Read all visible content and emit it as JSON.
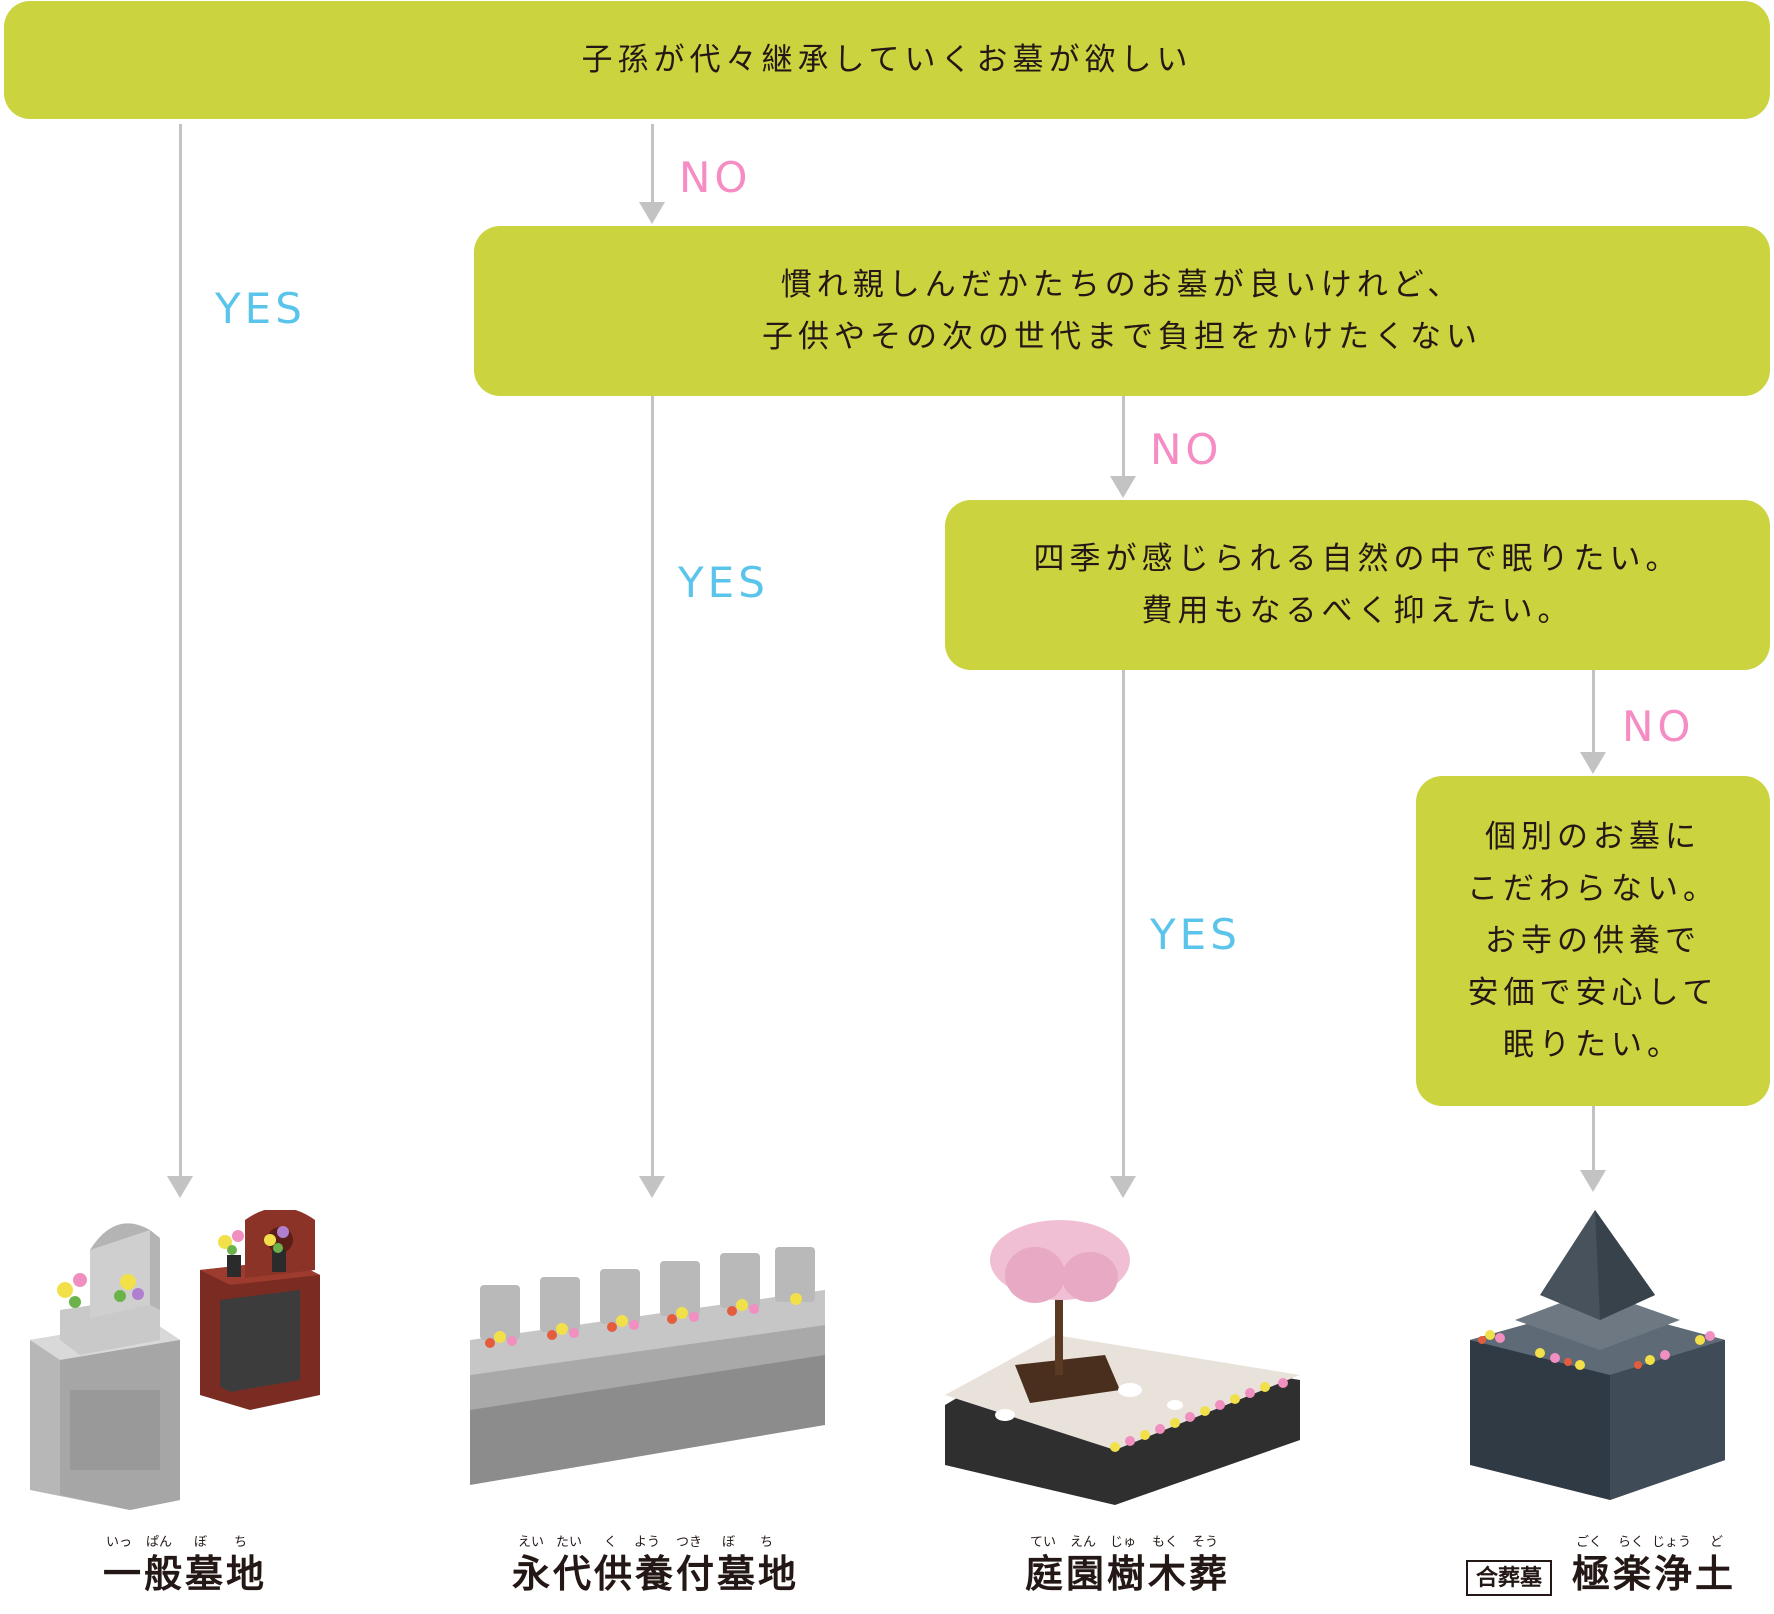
{
  "questions": [
    {
      "text": "子孫が代々継承していくお墓が欲しい"
    },
    {
      "text": "慣れ親しんだかたちのお墓が良いけれど、\n子供やその次の世代まで負担をかけたくない"
    },
    {
      "text": "四季が感じられる自然の中で眠りたい。\n費用もなるべく抑えたい。"
    },
    {
      "text": "個別のお墓に\nこだわらない。\nお寺の供養で\n安価で安心して\n眠りたい。"
    }
  ],
  "labels": {
    "yes": "YES",
    "no": "NO"
  },
  "results": [
    {
      "name": "一般墓地",
      "ruby": [
        "いっ",
        "ぱん",
        "ぼ",
        "ち"
      ]
    },
    {
      "name": "永代供養付墓地",
      "ruby": [
        "えい",
        "たい",
        "く",
        "よう",
        "つき",
        "ぼ",
        "ち"
      ]
    },
    {
      "name": "庭園樹木葬",
      "ruby": [
        "てい",
        "えん",
        "じゅ",
        "もく",
        "そう"
      ]
    },
    {
      "name": "極楽浄土",
      "badge": "合葬墓",
      "ruby": [
        "ごく",
        "らく",
        "じょう",
        "ど"
      ]
    }
  ],
  "colors": {
    "box": "#cbd33e",
    "yes": "#5bc4ea",
    "no": "#f58cc3",
    "arrow": "#c3c3c3"
  }
}
